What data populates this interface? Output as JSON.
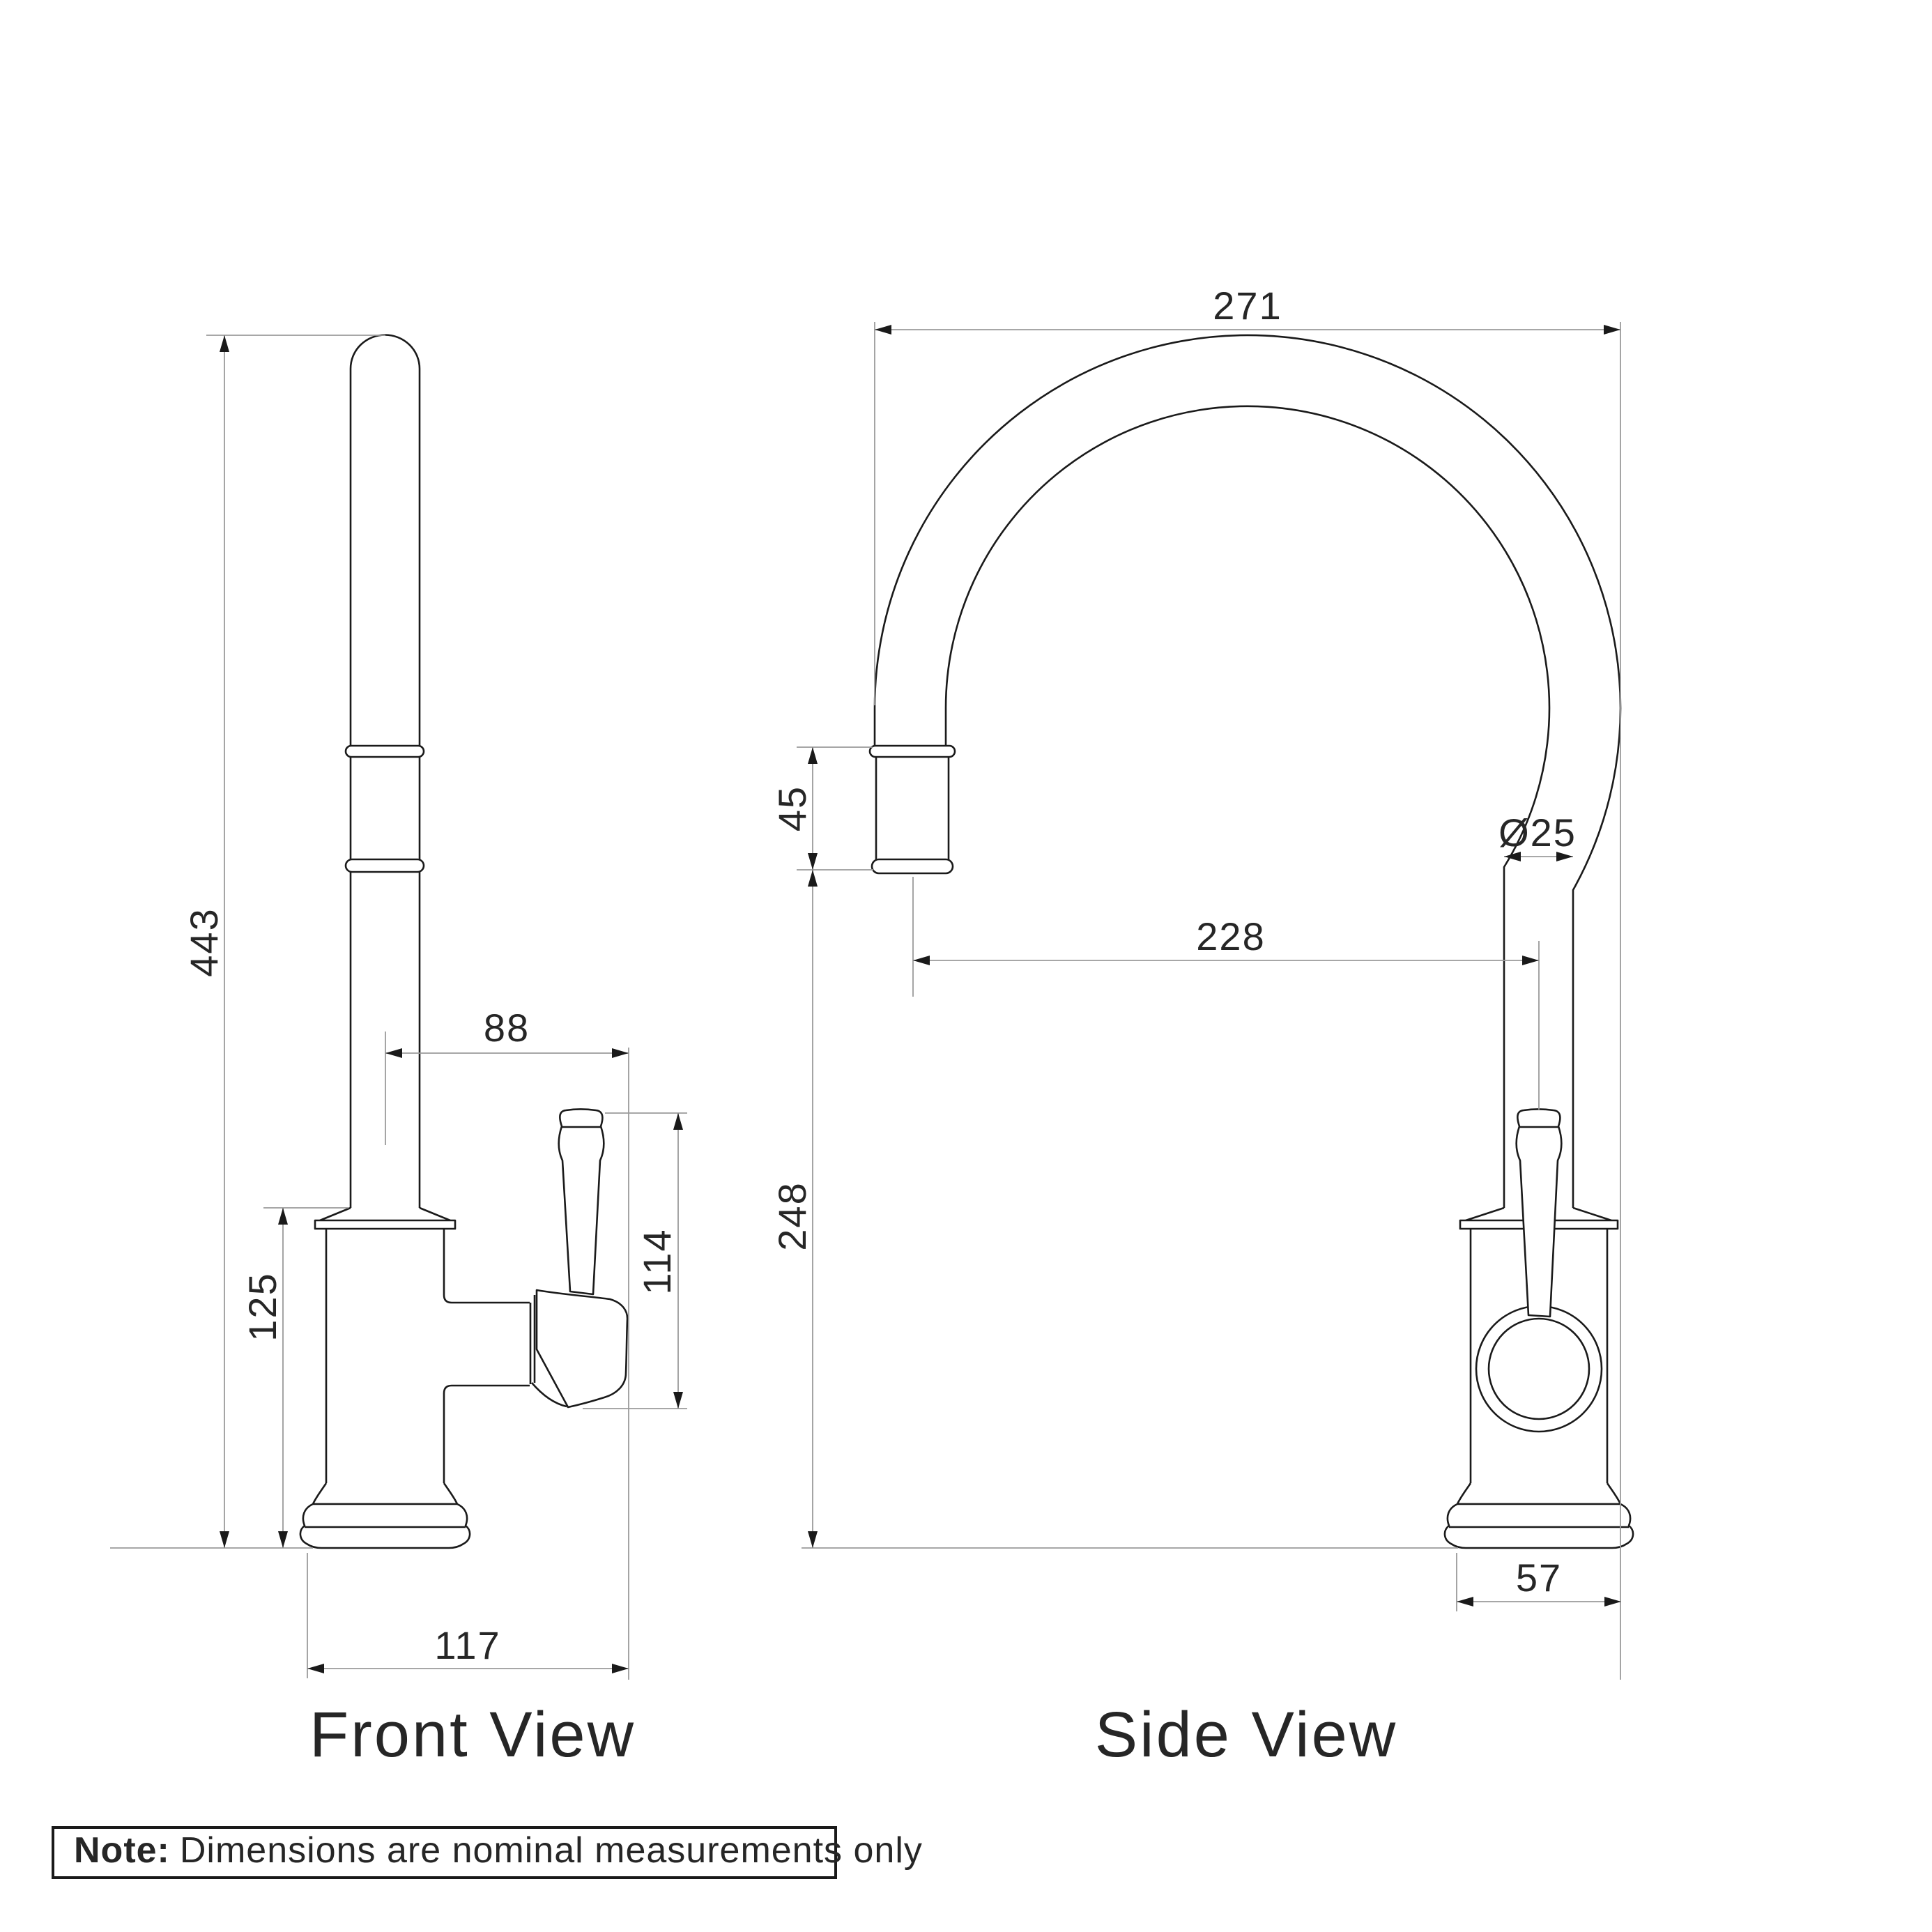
{
  "drawing": {
    "background": "#ffffff",
    "line_color": "#1a1a1a",
    "dimension_line_color": "#9b9b9b",
    "text_color": "#262626",
    "front_view": {
      "label": "Front View",
      "dimensions": {
        "overall_height": "443",
        "spout_centre_to_handle": "88",
        "handle_height": "114",
        "body_height": "125",
        "base_to_handle_depth": "117"
      }
    },
    "side_view": {
      "label": "Side View",
      "dimensions": {
        "spout_reach_overall": "271",
        "spout_end_length": "45",
        "spout_centre_reach": "228",
        "spout_outlet_height": "248",
        "spout_diameter": "Ø25",
        "base_width": "57"
      }
    },
    "note": {
      "label": "Note:",
      "text": "Dimensions are nominal measurements only"
    }
  }
}
